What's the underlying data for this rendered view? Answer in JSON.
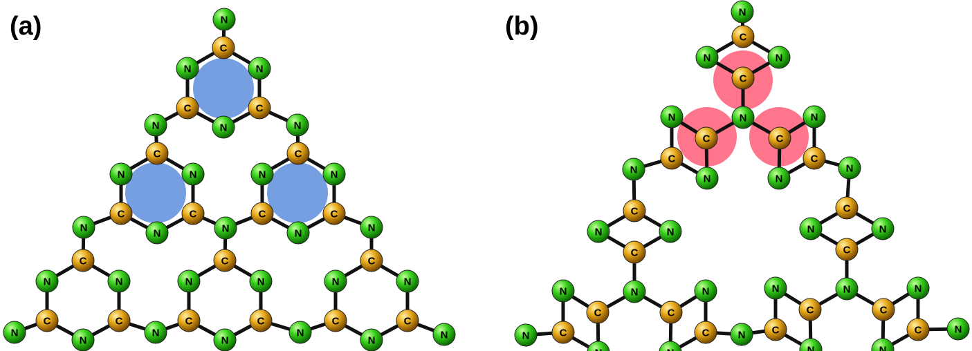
{
  "panels": [
    {
      "label": "(a)",
      "ring_color": "#6f9ae0",
      "ring_opacity": 0.95
    },
    {
      "label": "(b)",
      "ring_color": "#ff6f86",
      "ring_opacity": 0.95
    }
  ],
  "atoms": {
    "N": {
      "symbol": "N",
      "color": "#39d11d",
      "dark": "#157a05"
    },
    "C": {
      "symbol": "C",
      "color": "#e8a91a",
      "dark": "#8a5a02"
    }
  }
}
